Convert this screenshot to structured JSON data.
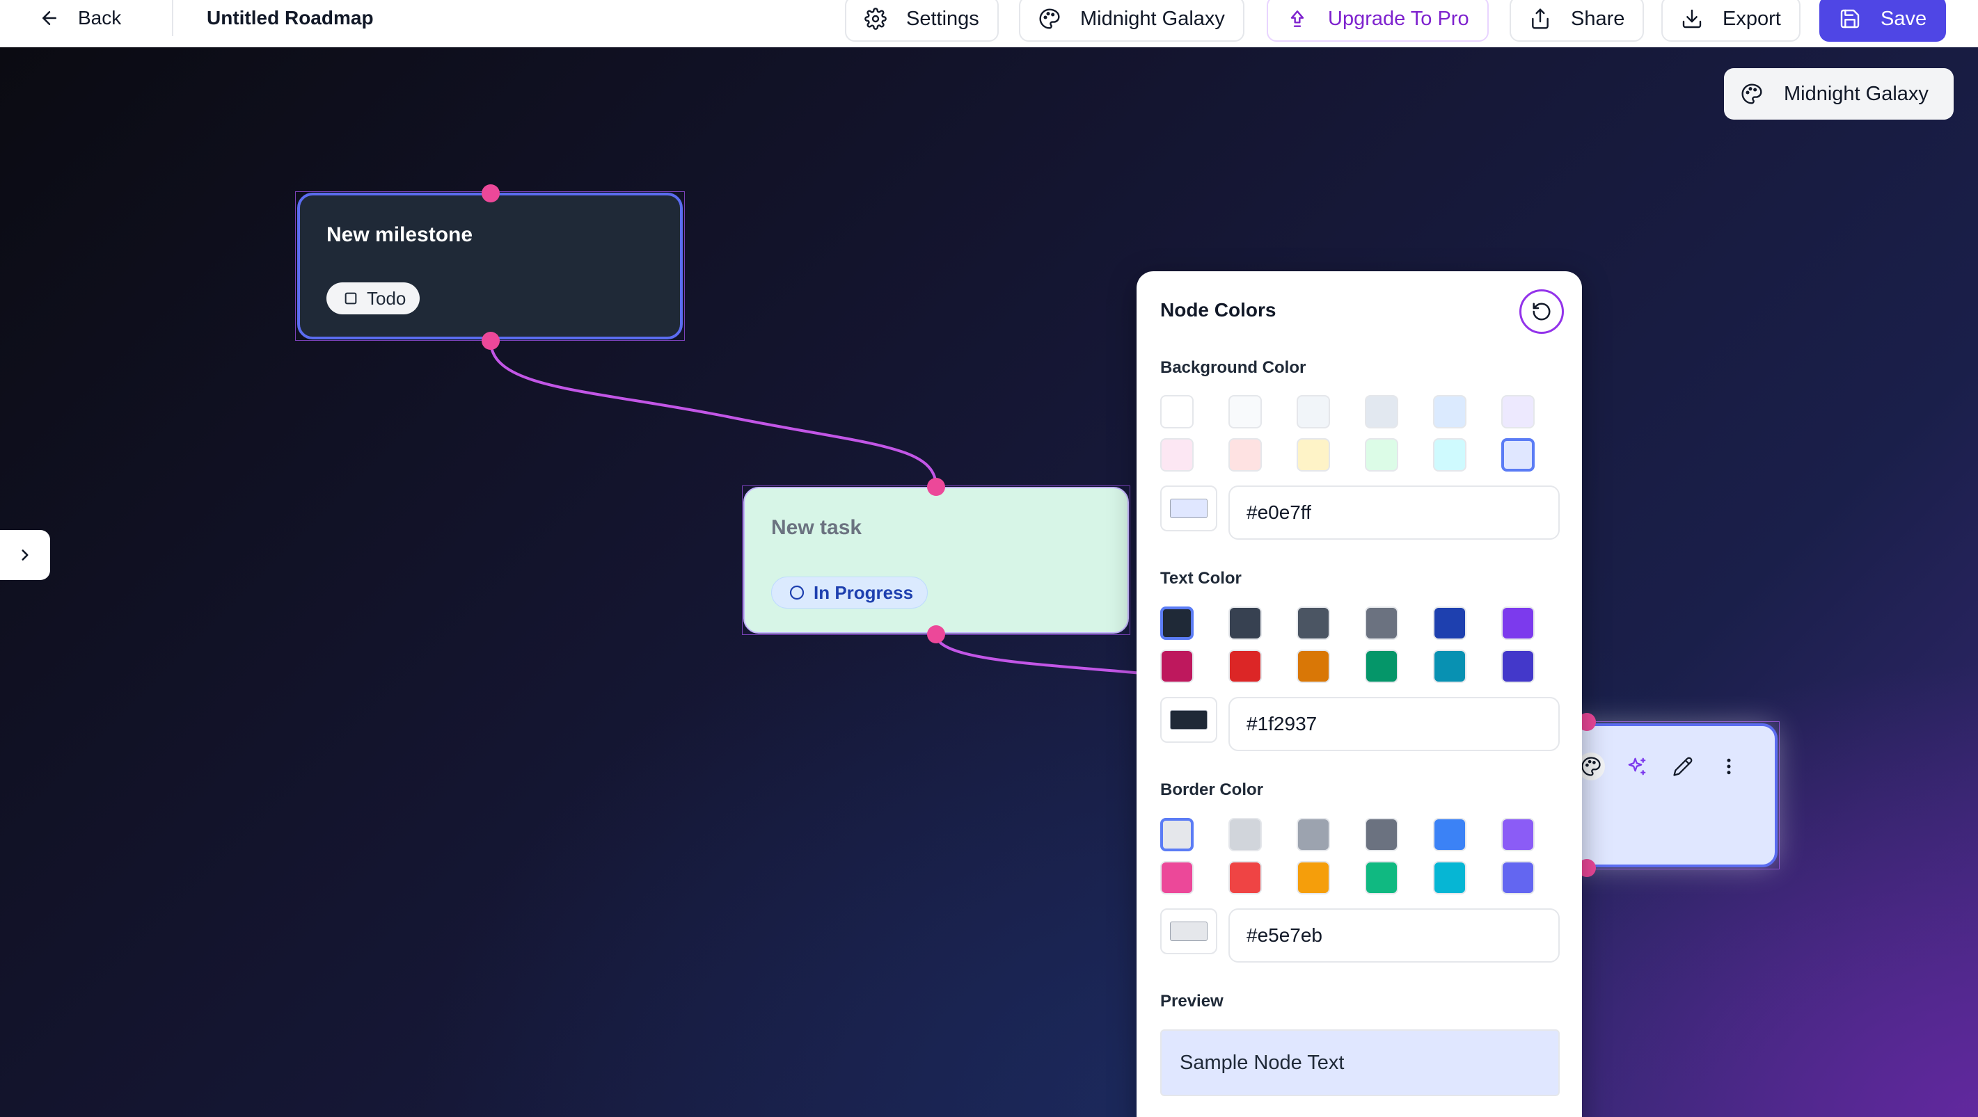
{
  "topbar": {
    "back_label": "Back",
    "title": "Untitled Roadmap",
    "buttons": {
      "settings": "Settings",
      "theme": "Midnight Galaxy",
      "upgrade": "Upgrade To Pro",
      "share": "Share",
      "export": "Export",
      "save": "Save"
    }
  },
  "canvas": {
    "theme_chip": "Midnight Galaxy",
    "nodes": [
      {
        "title": "New milestone",
        "status": "Todo",
        "status_icon": "square-icon"
      },
      {
        "title": "New task",
        "status": "In Progress",
        "status_icon": "circle-icon"
      }
    ],
    "selected_node_tools": [
      "palette-icon",
      "sparkles-icon",
      "pencil-icon",
      "more-vertical-icon"
    ]
  },
  "panel": {
    "title": "Node Colors",
    "background": {
      "label": "Background Color",
      "swatches": [
        "#ffffff",
        "#f8fafc",
        "#f1f5f9",
        "#e2e8f0",
        "#dbeafe",
        "#ede9fe",
        "#fce7f3",
        "#fee2e2",
        "#fef3c7",
        "#dcfce7",
        "#cffafe",
        "#e0e7ff"
      ],
      "selected_index": 11,
      "hex": "#e0e7ff"
    },
    "text": {
      "label": "Text Color",
      "swatches": [
        "#1f2937",
        "#374151",
        "#4b5563",
        "#6b7280",
        "#1e40af",
        "#7c3aed",
        "#be185d",
        "#dc2626",
        "#d97706",
        "#059669",
        "#0891b2",
        "#4338ca"
      ],
      "selected_index": 0,
      "hex": "#1f2937"
    },
    "border": {
      "label": "Border Color",
      "swatches": [
        "#e5e7eb",
        "#d1d5db",
        "#9ca3af",
        "#6b7280",
        "#3b82f6",
        "#8b5cf6",
        "#ec4899",
        "#ef4444",
        "#f59e0b",
        "#10b981",
        "#06b6d4",
        "#6366f1"
      ],
      "selected_index": 0,
      "hex": "#e5e7eb"
    },
    "preview_label": "Preview",
    "preview_text": "Sample Node Text"
  },
  "colors": {
    "accent": "#4f46e5",
    "handle": "#ec4899",
    "edge": "#c256e6",
    "pro": "#7e22ce"
  }
}
